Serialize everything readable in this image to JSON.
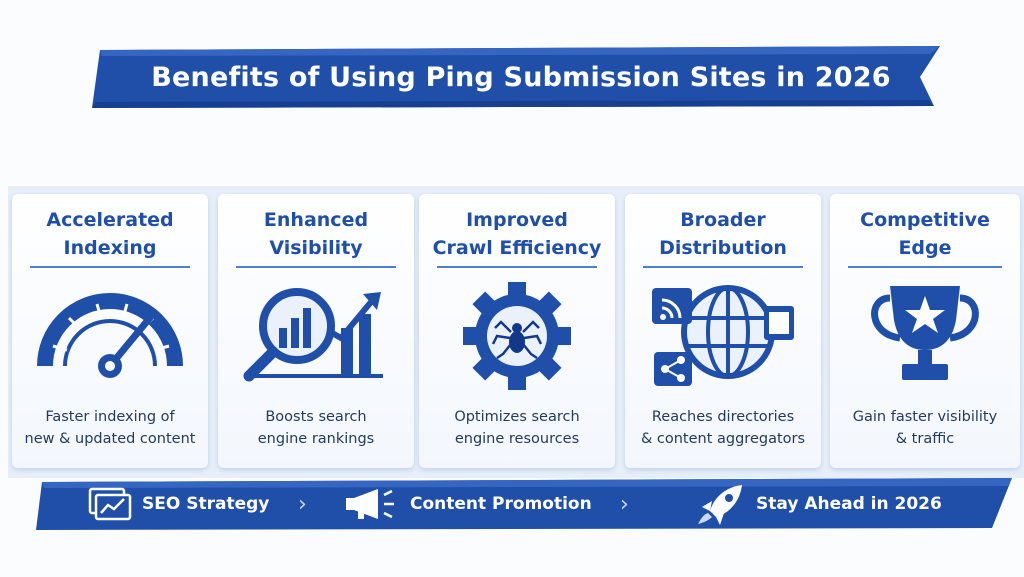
{
  "header": {
    "title": "Benefits of Using Ping Submission Sites in 2026"
  },
  "colors": {
    "primary": "#1f4fa8",
    "dark": "#13388a",
    "light": "#e6eef9"
  },
  "cards": [
    {
      "title_line1": "Accelerated",
      "title_line2": "Indexing",
      "icon": "speedometer-icon",
      "desc_line1": "Faster indexing of",
      "desc_line2": "new & updated content"
    },
    {
      "title_line1": "Enhanced",
      "title_line2": "Visibility",
      "icon": "magnifier-growth-chart-icon",
      "desc_line1": "Boosts search",
      "desc_line2": "engine rankings"
    },
    {
      "title_line1": "Improved",
      "title_line2": "Crawl Efficiency",
      "icon": "gear-spider-icon",
      "desc_line1": "Optimizes search",
      "desc_line2": "engine resources"
    },
    {
      "title_line1": "Broader",
      "title_line2": "Distribution",
      "icon": "globe-network-icon",
      "desc_line1": "Reaches directories",
      "desc_line2": "& content aggregators"
    },
    {
      "title_line1": "Competitive",
      "title_line2": "Edge",
      "icon": "trophy-icon",
      "desc_line1": "Gain faster visibility",
      "desc_line2": "& traffic"
    }
  ],
  "bottom_bar": {
    "items": [
      {
        "label": "SEO Strategy",
        "icon": "monitor-chart-icon"
      },
      {
        "label": "Content Promotion",
        "icon": "megaphone-icon"
      },
      {
        "label": "Stay Ahead in 2026",
        "icon": "rocket-icon"
      }
    ],
    "separator": "›"
  }
}
